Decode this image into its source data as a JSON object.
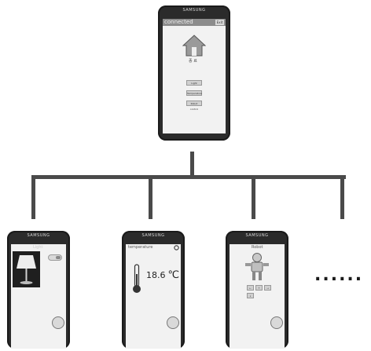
{
  "hub_phone": {
    "brand": "SAMSUNG",
    "status_title": "connected",
    "top_button_label": "Exit",
    "home_caption": "종 료",
    "menu_items": [
      "Light",
      "Temperature",
      "Robot control"
    ]
  },
  "devices": [
    {
      "brand": "SAMSUNG",
      "screen_title": "Light",
      "icon": "lamp-icon"
    },
    {
      "brand": "SAMSUNG",
      "screen_title": "temperature",
      "reading": "18.6",
      "unit": "℃",
      "icon": "thermometer-icon"
    },
    {
      "brand": "SAMSUNG",
      "screen_title": "Robot",
      "icon": "robot-icon",
      "buttons": [
        "←",
        "↑",
        "→",
        "↓"
      ]
    }
  ],
  "more_indicator": "......",
  "colors": {
    "connector": "#4a4a4a",
    "phone_body": "#2b2b2b",
    "screen": "#f2f2f2"
  }
}
